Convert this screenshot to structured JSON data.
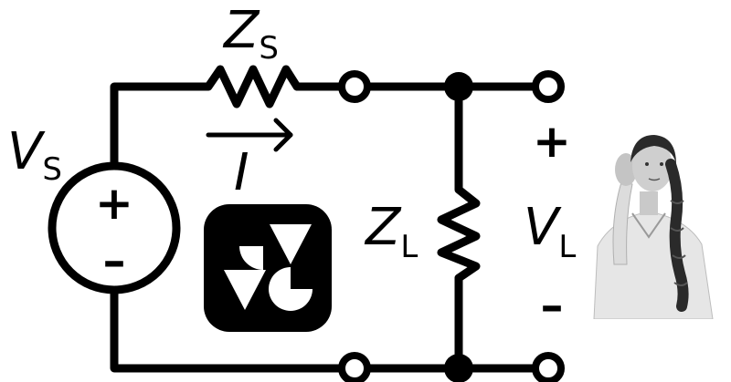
{
  "source": {
    "label": "V",
    "subscript": "S",
    "plus_sign": "+",
    "minus_sign": "–"
  },
  "source_impedance": {
    "label": "Z",
    "subscript": "S"
  },
  "current": {
    "label": "I",
    "icon": "arrow-right-icon"
  },
  "load_impedance": {
    "label": "Z",
    "subscript": "L"
  },
  "load_voltage": {
    "label": "V",
    "subscript": "L",
    "plus_sign": "+",
    "minus_sign": "–"
  },
  "logo": {
    "icon": "app-logo-icon"
  },
  "photo": {
    "icon": "person-listening-icon"
  },
  "colors": {
    "stroke": "#000000",
    "background": "#ffffff",
    "logo_bg": "#000000",
    "logo_fg": "#ffffff"
  }
}
